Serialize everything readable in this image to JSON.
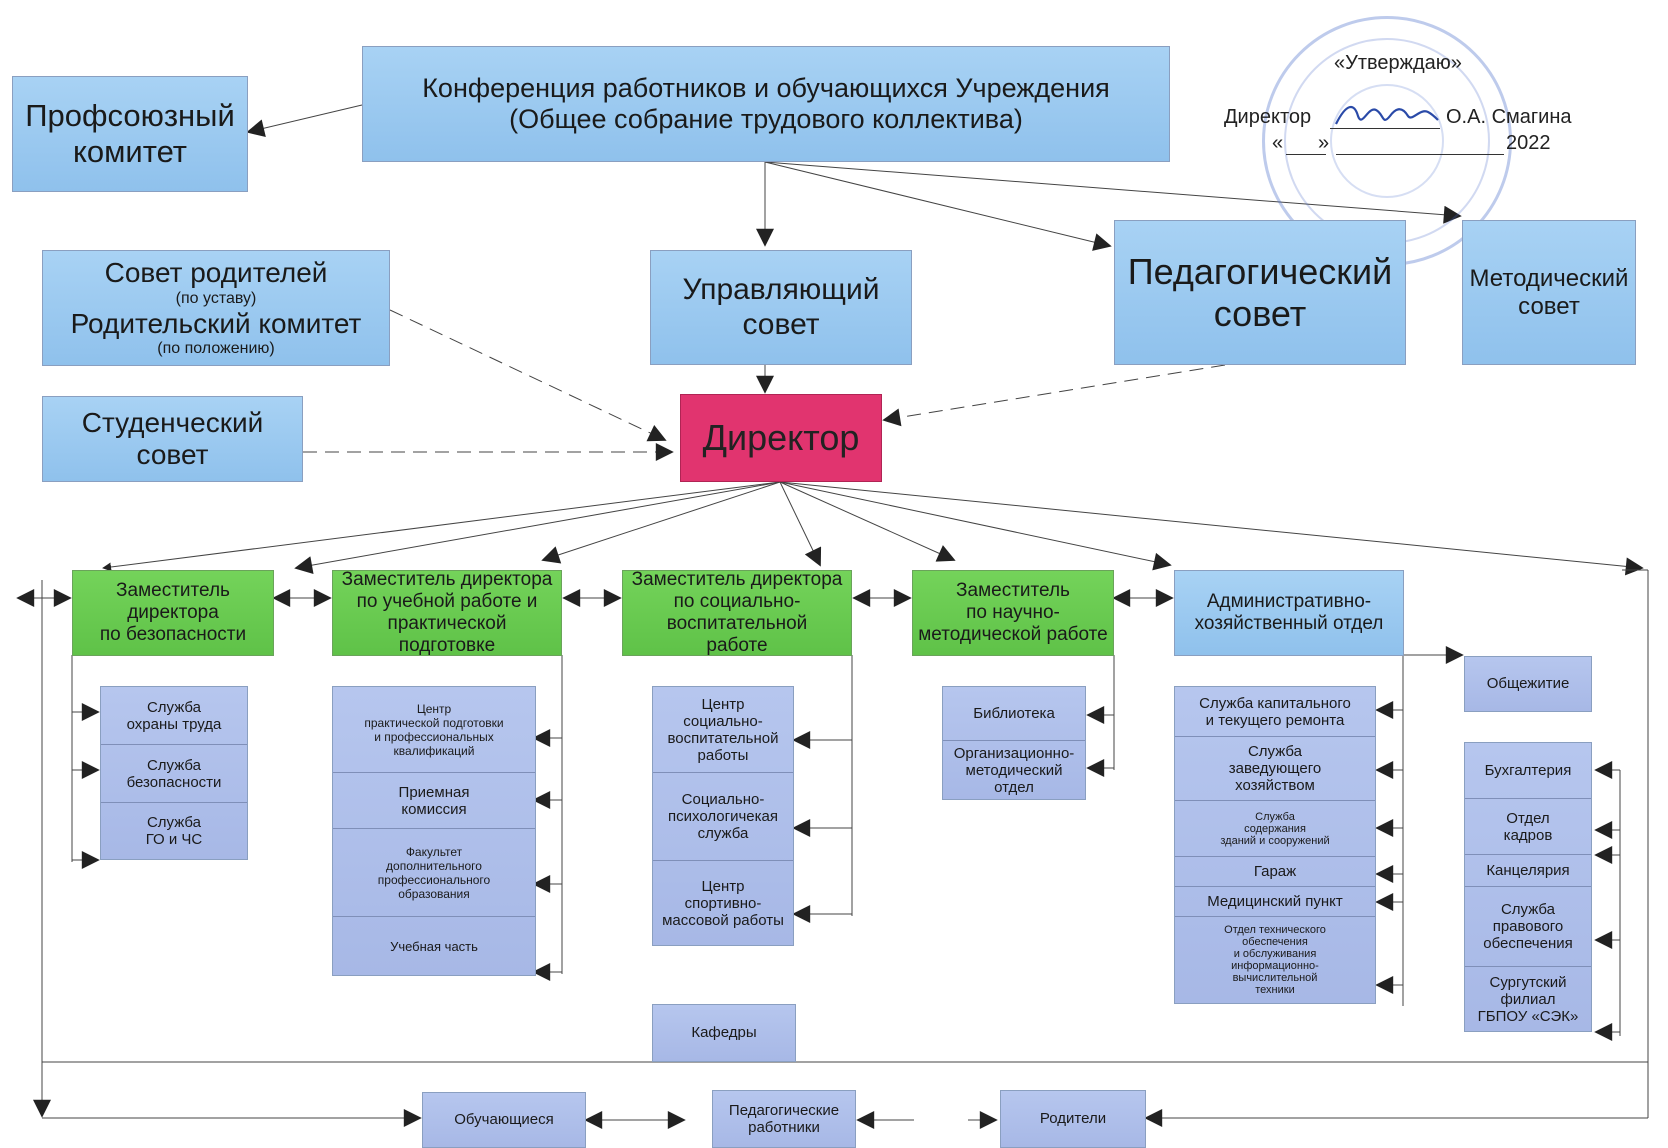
{
  "approval": {
    "approve": "«Утверждаю»",
    "director_label": "Директор",
    "director_name": "О.А. Смагина",
    "date_open": "«",
    "date_close": "»",
    "year": "2022"
  },
  "top": {
    "conference": [
      "Конференция работников и обучающихся Учреждения",
      "(Общее собрание трудового коллектива)"
    ],
    "union": [
      "Профсоюзный",
      "комитет"
    ]
  },
  "councils": {
    "parents_council": "Совет родителей",
    "by_charter": "(по уставу)",
    "parents_committee": "Родительский комитет",
    "by_regulation": "(по положению)",
    "student": [
      "Студенческий",
      "совет"
    ],
    "governing": [
      "Управляющий",
      "совет"
    ],
    "pedagogical": [
      "Педагогический",
      "совет"
    ],
    "methodical": [
      "Методический",
      "совет"
    ]
  },
  "director": "Директор",
  "deputies": {
    "security": [
      "Заместитель",
      "директора",
      "по безопасности"
    ],
    "education": [
      "Заместитель директора",
      "по учебной работе и",
      "практической",
      "подготовке"
    ],
    "social": [
      "Заместитель директора",
      "по социально-",
      "воспитательной",
      "работе"
    ],
    "science": [
      "Заместитель",
      "по научно-",
      "методической работе"
    ],
    "admin": [
      "Административно-",
      "хозяйственный отдел"
    ]
  },
  "units": {
    "security": [
      [
        "Служба",
        "охраны труда"
      ],
      [
        "Служба",
        "безопасности"
      ],
      [
        "Служба",
        "ГО и ЧС"
      ]
    ],
    "education": [
      [
        "Центр",
        "практической подготовки",
        "и профессиональных",
        "квалификаций"
      ],
      [
        "Приемная",
        "комиссия"
      ],
      [
        "Факультет",
        "дополнительного",
        "профессионального",
        "образования"
      ],
      [
        "Учебная часть"
      ]
    ],
    "social": [
      [
        "Центр",
        "социально-",
        "воспитательной",
        "работы"
      ],
      [
        "Социально-",
        "психологичекая",
        "служба"
      ],
      [
        "Центр",
        "спортивно-",
        "массовой работы"
      ]
    ],
    "science": [
      [
        "Библиотека"
      ],
      [
        "Организационно-",
        "методический",
        "отдел"
      ]
    ],
    "admin": [
      [
        "Служба капитального",
        "и текущего ремонта"
      ],
      [
        "Служба",
        "заведующего",
        "хозяйством"
      ],
      [
        "Служба",
        "содержания",
        "зданий и сооружений"
      ],
      [
        "Гараж"
      ],
      [
        "Медицинский пункт"
      ],
      [
        "Отдел технического",
        "обеспечения",
        "и обслуживания",
        "информационно-",
        "вычислительной",
        "техники"
      ]
    ],
    "right": [
      [
        "Бухгалтерия"
      ],
      [
        "Отдел",
        "кадров"
      ],
      [
        "Канцелярия"
      ],
      [
        "Служба",
        "правового",
        "обеспечения"
      ],
      [
        "Сургутский",
        "филиал",
        "ГБПОУ «СЭК»"
      ]
    ]
  },
  "dormitory": "Общежитие",
  "departments": "Кафедры",
  "bottom": {
    "students": "Обучающиеся",
    "teachers": [
      "Педагогические",
      "работники"
    ],
    "parents": "Родители"
  }
}
